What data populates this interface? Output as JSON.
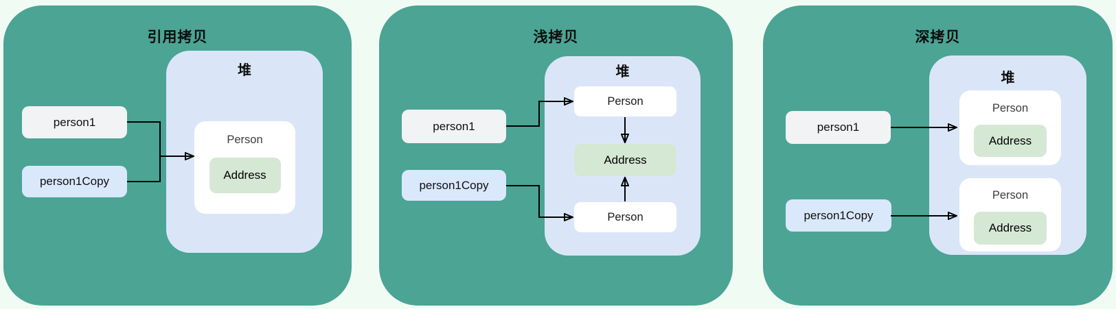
{
  "colors": {
    "page_background": "#f0fbf4",
    "panel_background": "#4ba494",
    "heap_background": "#dae6f8",
    "object_background": "#ffffff",
    "address_background": "#d5e8d4",
    "variable_gray_background": "#f2f3f4",
    "variable_blue_background": "#dae8fc",
    "arrow_color": "#000000",
    "title_color": "#0d0d0d"
  },
  "panels": [
    {
      "title": "引用拷贝",
      "heap_label": "堆",
      "stack": [
        {
          "label": "person1"
        },
        {
          "label": "person1Copy"
        }
      ],
      "objects": [
        {
          "label": "Person",
          "child": "Address"
        }
      ]
    },
    {
      "title": "浅拷贝",
      "heap_label": "堆",
      "stack": [
        {
          "label": "person1"
        },
        {
          "label": "person1Copy"
        }
      ],
      "objects": [
        {
          "label": "Person"
        },
        {
          "label": "Address"
        },
        {
          "label": "Person"
        }
      ]
    },
    {
      "title": "深拷贝",
      "heap_label": "堆",
      "stack": [
        {
          "label": "person1"
        },
        {
          "label": "person1Copy"
        }
      ],
      "objects": [
        {
          "label": "Person",
          "child": "Address"
        },
        {
          "label": "Person",
          "child": "Address"
        }
      ]
    }
  ]
}
